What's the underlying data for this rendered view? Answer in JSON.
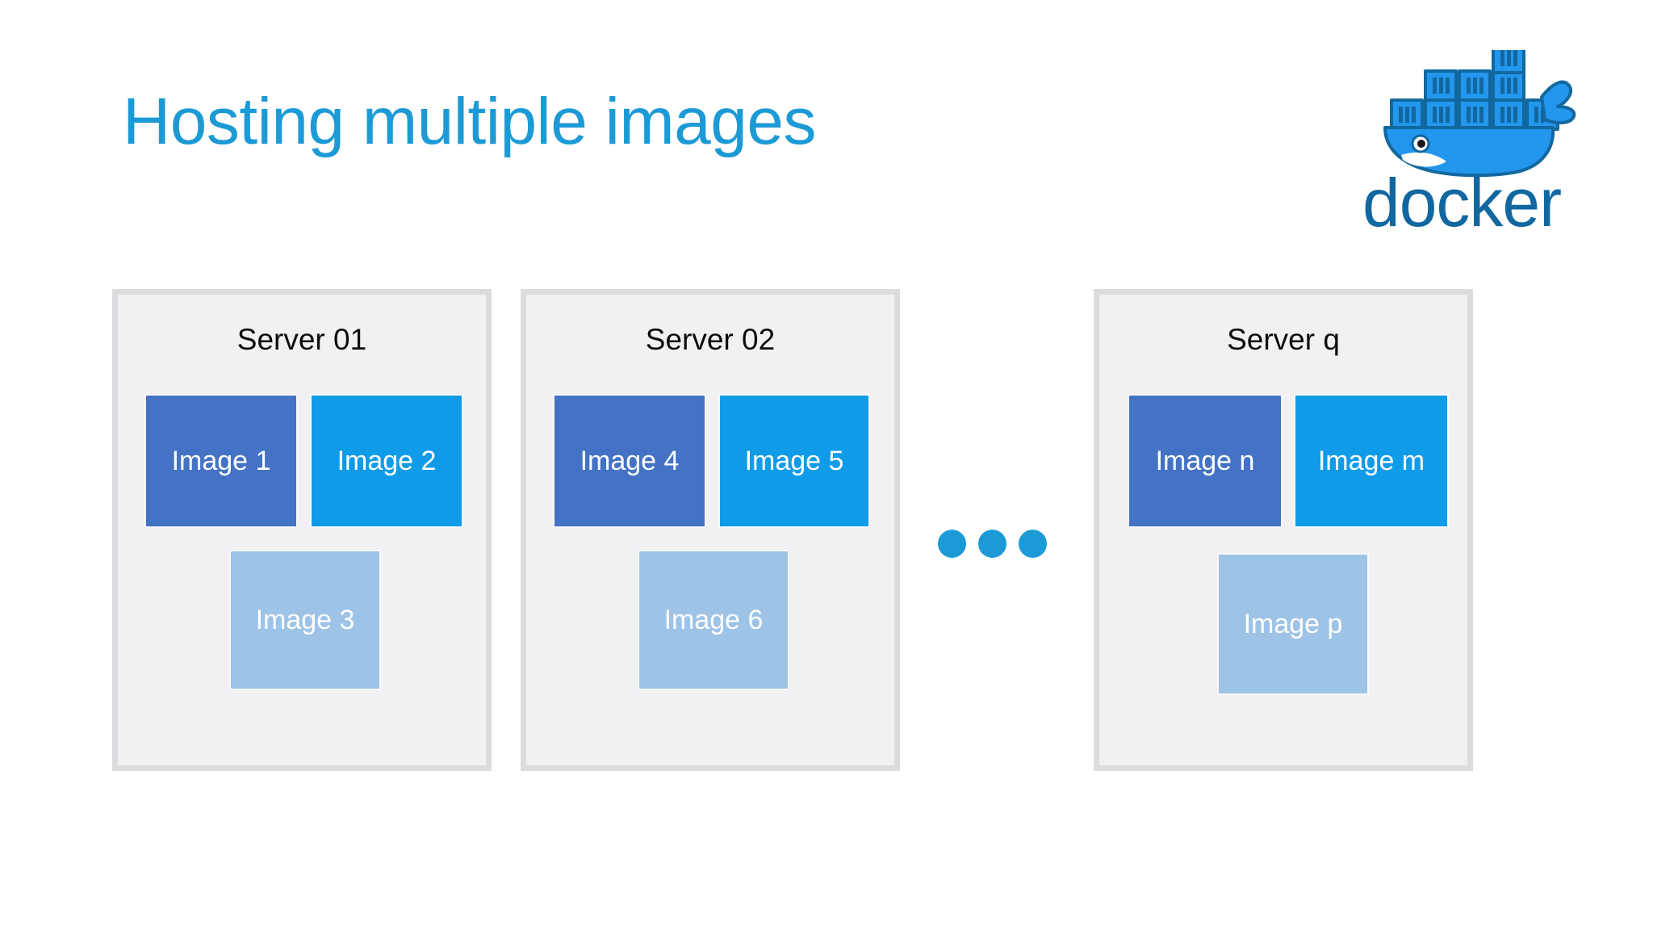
{
  "slide": {
    "title": "Hosting multiple images",
    "title_color": "#1C9AD6",
    "background_color": "#FFFFFF"
  },
  "logo": {
    "name": "docker-logo",
    "wordmark": "docker",
    "wordmark_color": "#1168A0",
    "whale_color": "#2396ED",
    "whale_outline_color": "#12689E",
    "container_color": "#2396ED",
    "container_outline_color": "#12689E"
  },
  "diagram_data": {
    "type": "diagram",
    "description": "Three server panels each hosting three Docker images, separated by an ellipsis indicating continuation",
    "panel_background": "#F1F0F3",
    "panel_border_color": "#DCDCDE",
    "image_colors": {
      "dark_blue": "#4472C4",
      "bright_blue": "#0F9BE8",
      "light_blue": "#9DC3E6"
    },
    "ellipsis": {
      "name": "ellipsis-dots",
      "count": 3,
      "color": "#1C9AD6"
    },
    "servers": [
      {
        "title": "Server 01",
        "images": [
          {
            "label": "Image 1",
            "color": "#4472C4",
            "position": "top-left"
          },
          {
            "label": "Image 2",
            "color": "#0F9BE8",
            "position": "top-right"
          },
          {
            "label": "Image 3",
            "color": "#9DC3E6",
            "position": "bottom-center"
          }
        ]
      },
      {
        "title": "Server 02",
        "images": [
          {
            "label": "Image 4",
            "color": "#4472C4",
            "position": "top-left"
          },
          {
            "label": "Image 5",
            "color": "#0F9BE8",
            "position": "top-right"
          },
          {
            "label": "Image 6",
            "color": "#9DC3E6",
            "position": "bottom-center"
          }
        ]
      },
      {
        "title": "Server q",
        "images": [
          {
            "label": "Image n",
            "color": "#4472C4",
            "position": "top-left"
          },
          {
            "label": "Image m",
            "color": "#0F9BE8",
            "position": "top-right"
          },
          {
            "label": "Image p",
            "color": "#9DC3E6",
            "position": "bottom-center"
          }
        ]
      }
    ]
  }
}
